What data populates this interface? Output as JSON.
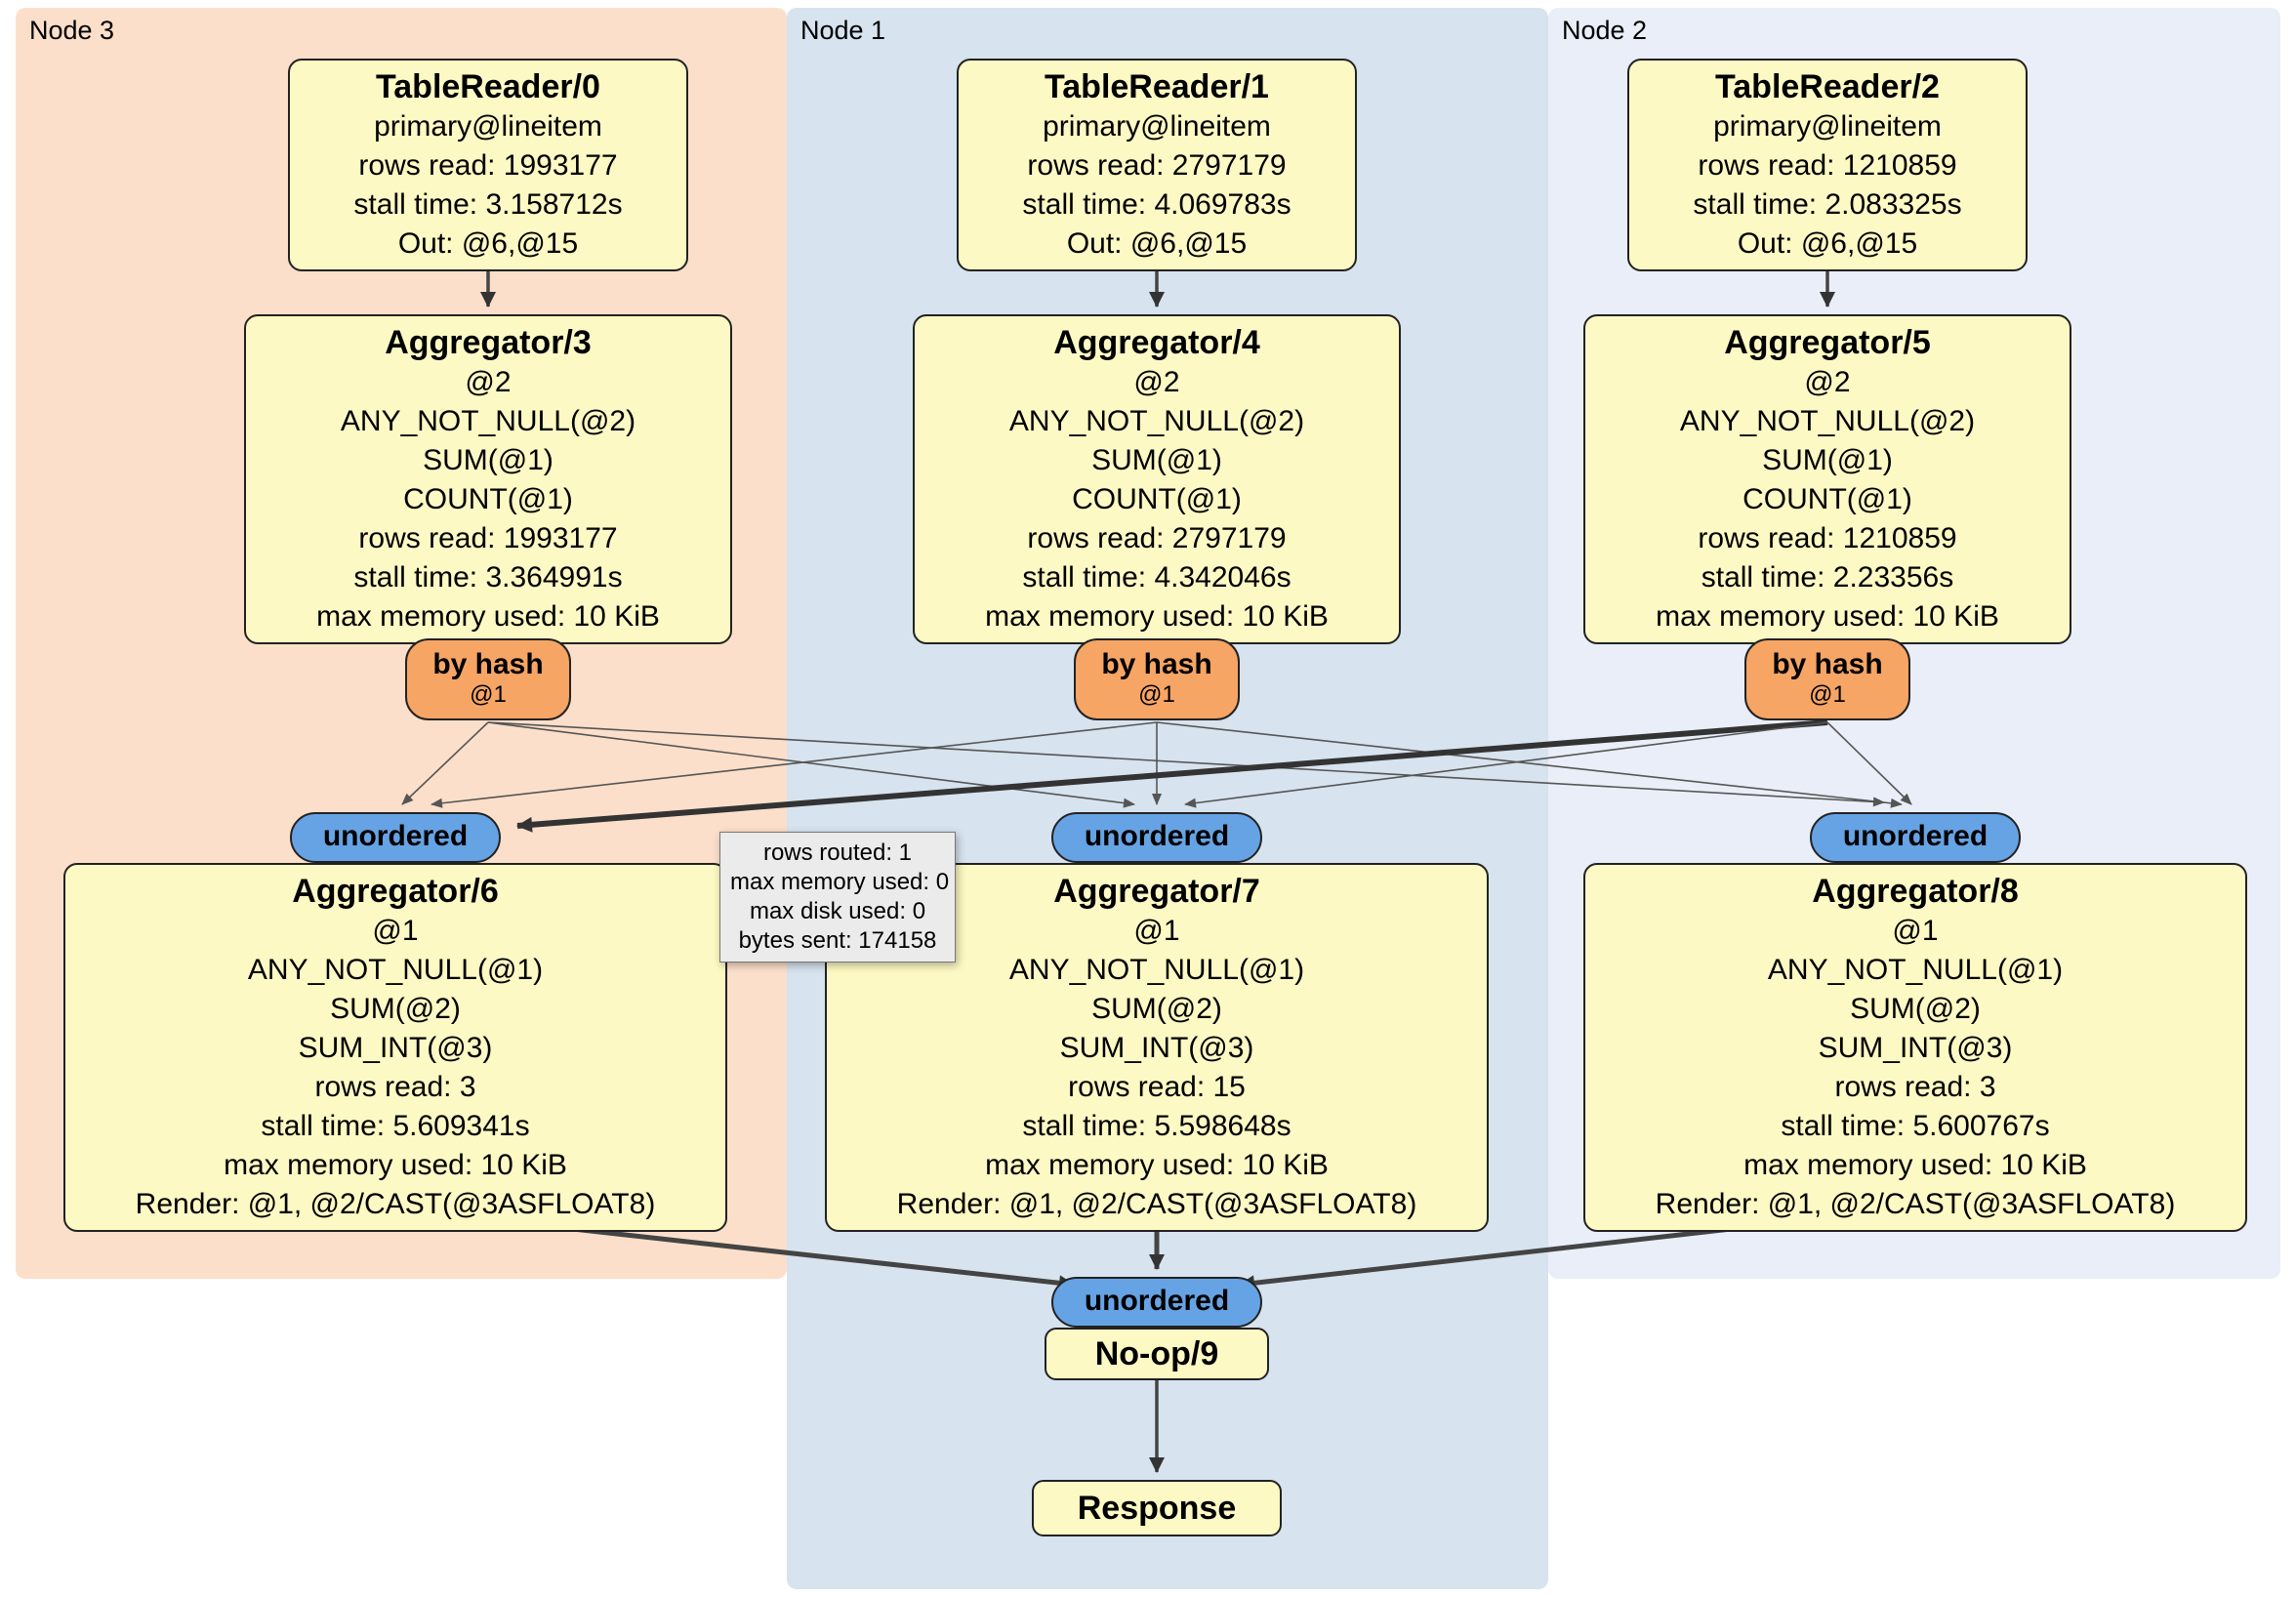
{
  "regions": [
    {
      "label": "Node 3"
    },
    {
      "label": "Node 1"
    },
    {
      "label": "Node 2"
    }
  ],
  "tablereaders": [
    {
      "title": "TableReader/0",
      "lines": [
        "primary@lineitem",
        "rows read: 1993177",
        "stall time: 3.158712s",
        "Out: @6,@15"
      ]
    },
    {
      "title": "TableReader/1",
      "lines": [
        "primary@lineitem",
        "rows read: 2797179",
        "stall time: 4.069783s",
        "Out: @6,@15"
      ]
    },
    {
      "title": "TableReader/2",
      "lines": [
        "primary@lineitem",
        "rows read: 1210859",
        "stall time: 2.083325s",
        "Out: @6,@15"
      ]
    }
  ],
  "top_aggregators": [
    {
      "title": "Aggregator/3",
      "lines": [
        "@2",
        "ANY_NOT_NULL(@2)",
        "SUM(@1)",
        "COUNT(@1)",
        "rows read: 1993177",
        "stall time: 3.364991s",
        "max memory used: 10 KiB"
      ]
    },
    {
      "title": "Aggregator/4",
      "lines": [
        "@2",
        "ANY_NOT_NULL(@2)",
        "SUM(@1)",
        "COUNT(@1)",
        "rows read: 2797179",
        "stall time: 4.342046s",
        "max memory used: 10 KiB"
      ]
    },
    {
      "title": "Aggregator/5",
      "lines": [
        "@2",
        "ANY_NOT_NULL(@2)",
        "SUM(@1)",
        "COUNT(@1)",
        "rows read: 1210859",
        "stall time: 2.23356s",
        "max memory used: 10 KiB"
      ]
    }
  ],
  "routers": [
    {
      "label": "by hash",
      "detail": "@1"
    },
    {
      "label": "by hash",
      "detail": "@1"
    },
    {
      "label": "by hash",
      "detail": "@1"
    }
  ],
  "unordered_streams": [
    {
      "label": "unordered"
    },
    {
      "label": "unordered"
    },
    {
      "label": "unordered"
    }
  ],
  "bottom_aggregators": [
    {
      "title": "Aggregator/6",
      "lines": [
        "@1",
        "ANY_NOT_NULL(@1)",
        "SUM(@2)",
        "SUM_INT(@3)",
        "rows read: 3",
        "stall time: 5.609341s",
        "max memory used: 10 KiB",
        "Render: @1, @2/CAST(@3ASFLOAT8)"
      ]
    },
    {
      "title": "Aggregator/7",
      "lines": [
        "@1",
        "ANY_NOT_NULL(@1)",
        "SUM(@2)",
        "SUM_INT(@3)",
        "rows read: 15",
        "stall time: 5.598648s",
        "max memory used: 10 KiB",
        "Render: @1, @2/CAST(@3ASFLOAT8)"
      ]
    },
    {
      "title": "Aggregator/8",
      "lines": [
        "@1",
        "ANY_NOT_NULL(@1)",
        "SUM(@2)",
        "SUM_INT(@3)",
        "rows read: 3",
        "stall time: 5.600767s",
        "max memory used: 10 KiB",
        "Render: @1, @2/CAST(@3ASFLOAT8)"
      ]
    }
  ],
  "final": {
    "unordered_label": "unordered",
    "noop_title": "No-op/9",
    "response_title": "Response"
  },
  "tooltip": {
    "lines": [
      "rows routed: 1",
      "max memory used: 0",
      "max disk used: 0",
      "bytes sent: 174158"
    ]
  },
  "colors": {
    "node3_bg": "#fcdfca",
    "node1_bg": "#d7e3ee",
    "node2_bg": "#e9eef8",
    "box_bg": "#fdf9c4",
    "router_bg": "#f6a565",
    "stream_bg": "#66a3e4",
    "edge_thin": "#555555",
    "edge_mid": "#444444",
    "edge_thick": "#333333"
  }
}
